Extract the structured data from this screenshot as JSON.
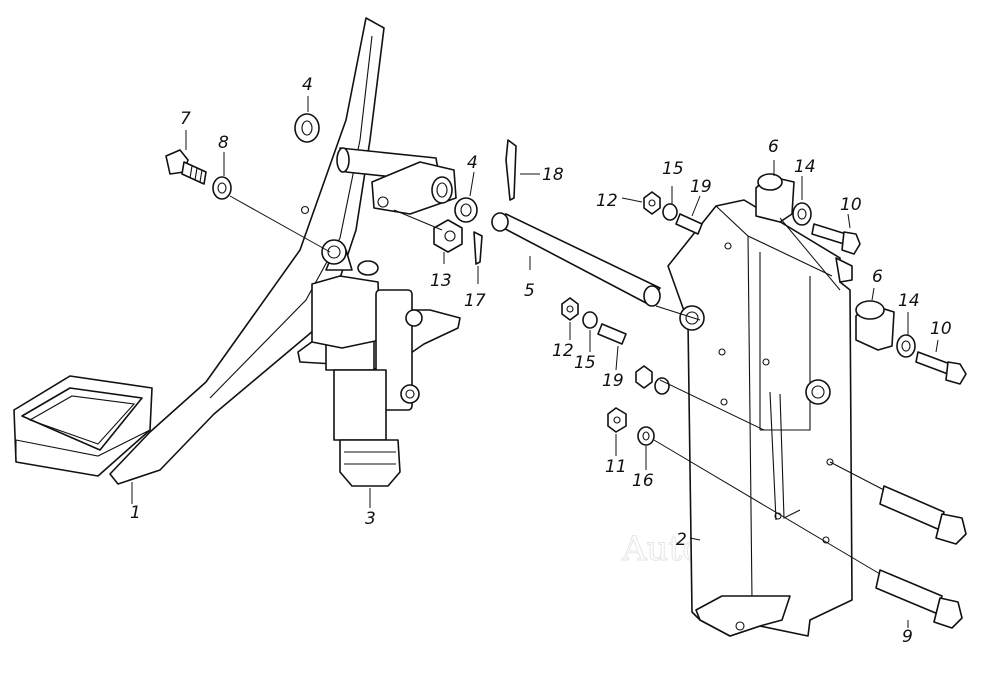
{
  "callouts": {
    "c1": "1",
    "c2": "2",
    "c3": "3",
    "c4a": "4",
    "c4b": "4",
    "c5": "5",
    "c6a": "6",
    "c6b": "6",
    "c7": "7",
    "c8": "8",
    "c9": "9",
    "c10a": "10",
    "c10b": "10",
    "c11": "11",
    "c12a": "12",
    "c12b": "12",
    "c13": "13",
    "c14a": "14",
    "c14b": "14",
    "c15a": "15",
    "c15b": "15",
    "c16": "16",
    "c17": "17",
    "c18": "18",
    "c19a": "19",
    "c19b": "19"
  },
  "watermark": "AutoSoft",
  "colors": {
    "line": "#111111",
    "background": "#ffffff",
    "watermark": "#e6e6e6"
  }
}
